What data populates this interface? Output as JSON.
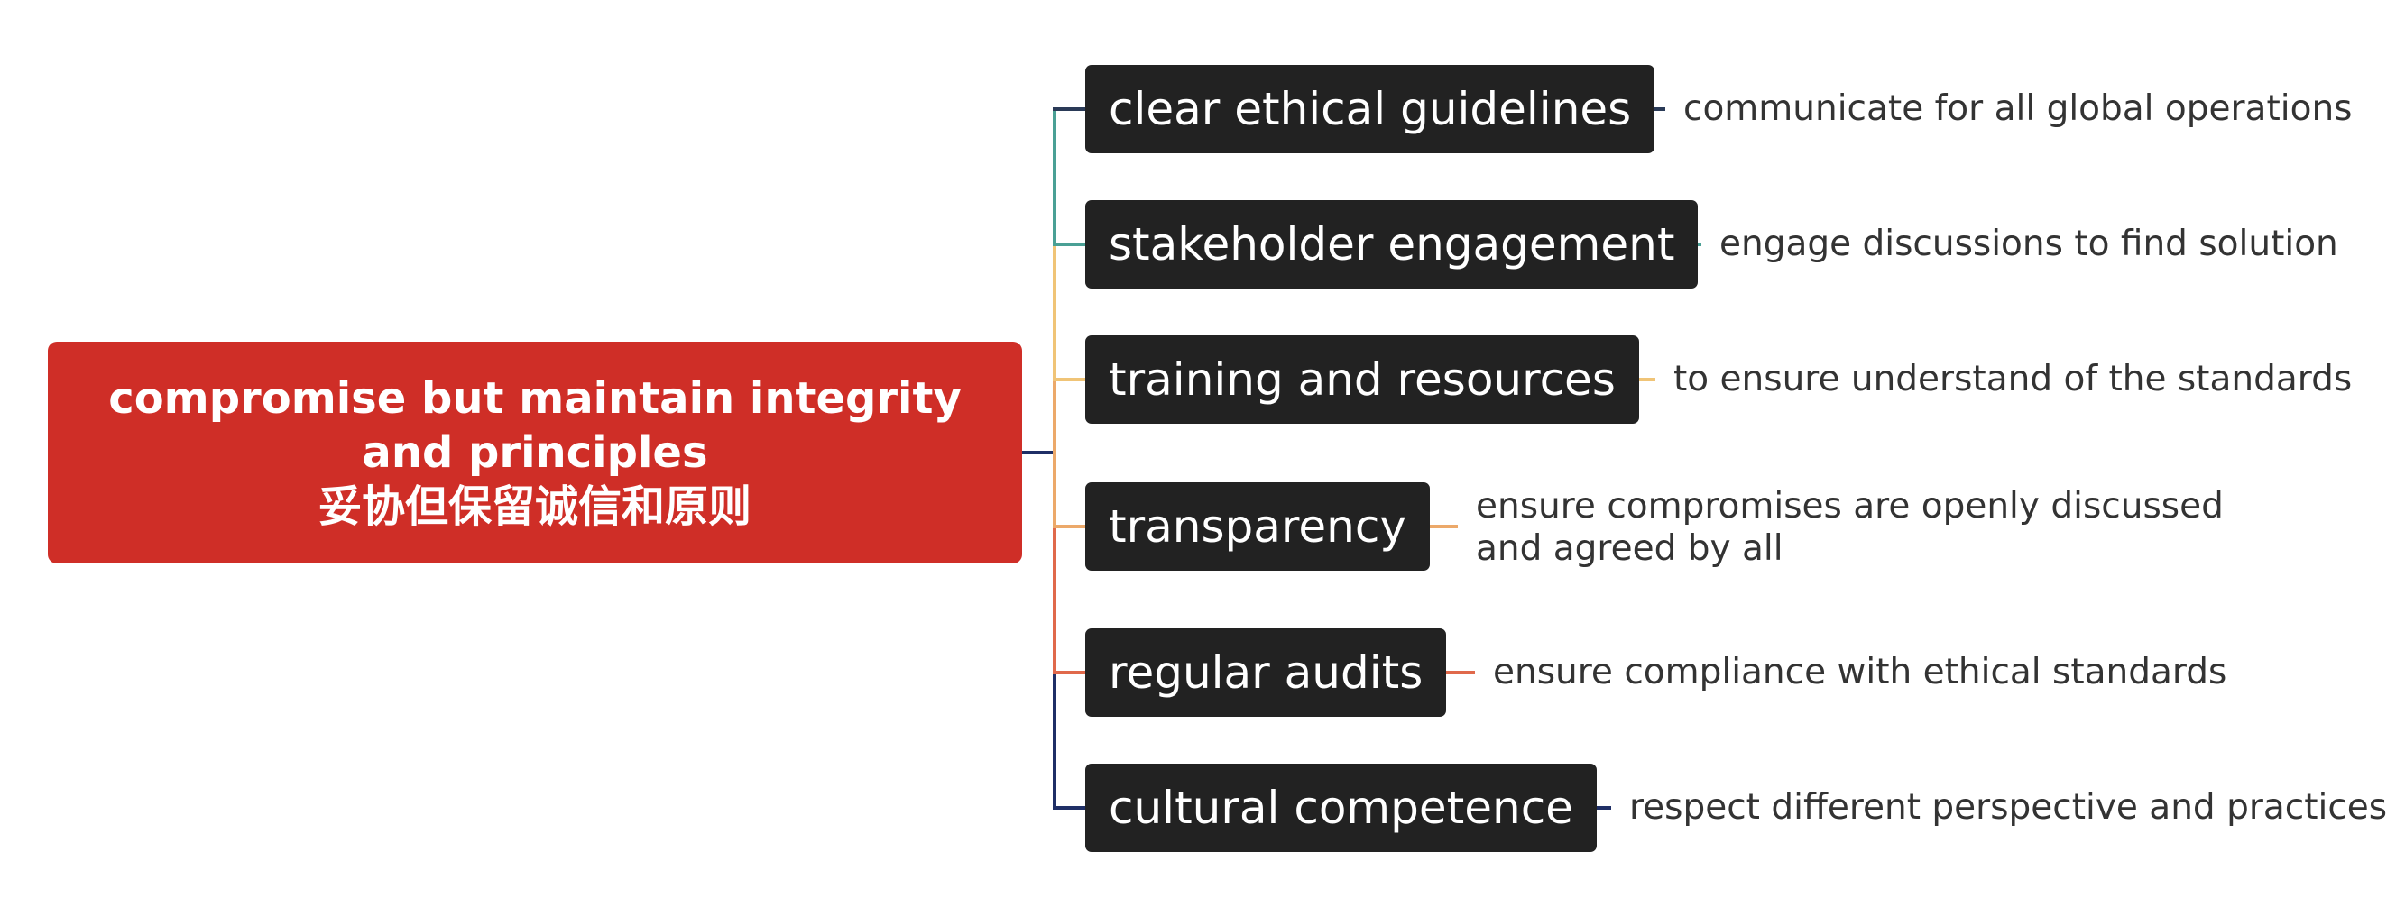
{
  "root": {
    "title_en": "compromise but maintain integrity and principles",
    "title_zh": "妥协但保留诚信和原则",
    "color": "#cf2e27"
  },
  "branches": [
    {
      "label": "clear ethical guidelines",
      "detail": "communicate for all global operations",
      "color": "#2a3a57"
    },
    {
      "label": "stakeholder engagement",
      "detail": "engage discussions to find solution",
      "color": "#4aa095"
    },
    {
      "label": "training and resources",
      "detail": "to ensure understand of the standards",
      "color": "#f0c477"
    },
    {
      "label": "transparency",
      "detail": "ensure compromises are openly discussed and agreed by all",
      "color": "#eca96a"
    },
    {
      "label": "regular audits",
      "detail": "ensure compliance with ethical standards",
      "color": "#e0694b"
    },
    {
      "label": "cultural competence",
      "detail": "respect different perspective and practices",
      "color": "#1f2f66"
    }
  ]
}
